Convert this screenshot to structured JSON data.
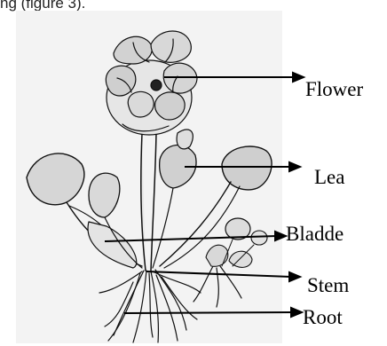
{
  "caption": "ng (figure 3).",
  "labels": {
    "flower": "Flower",
    "leaf": "Lea",
    "bladder": "Bladde",
    "stem": "Stem",
    "root": "Root"
  },
  "colors": {
    "ink": "#111111",
    "paper": "#f4f4f4"
  }
}
